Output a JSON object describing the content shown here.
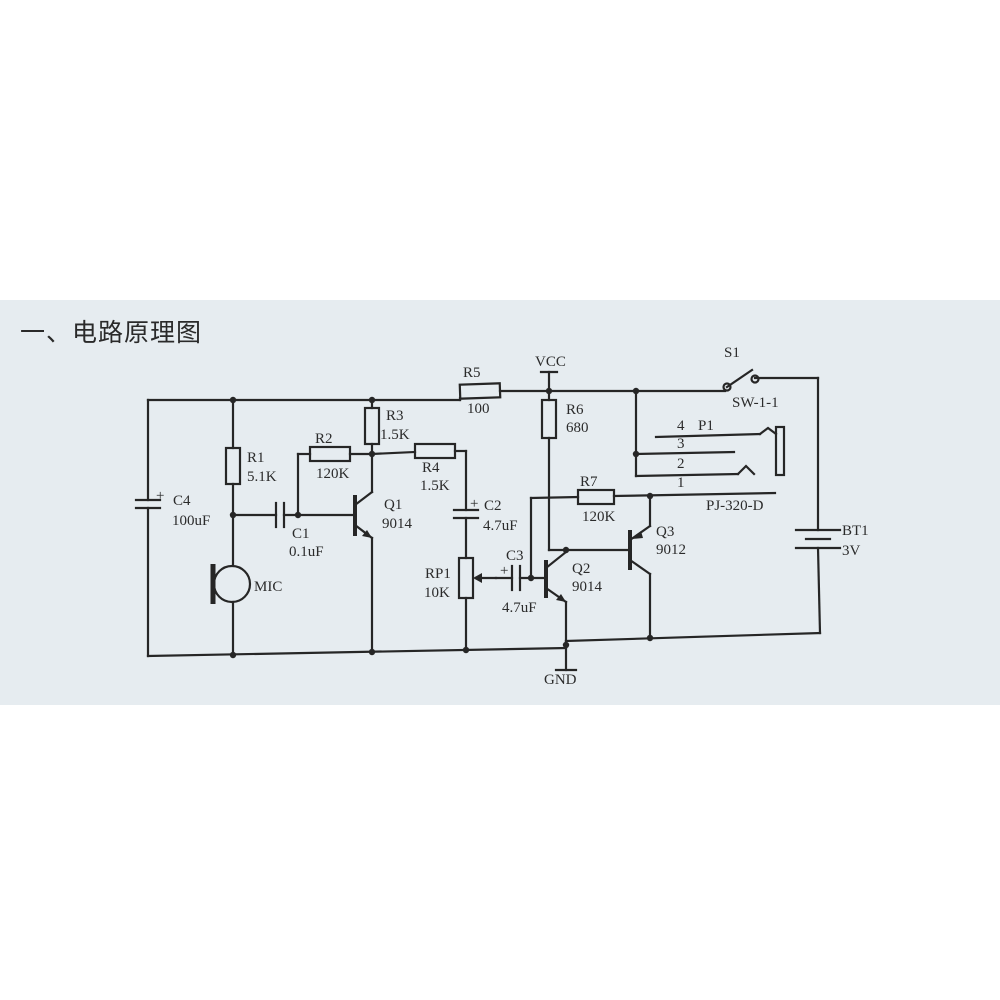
{
  "heading": "一、电路原理图",
  "labels": {
    "vcc": "VCC",
    "gnd": "GND",
    "r5_name": "R5",
    "r5_value": "100",
    "s1_name": "S1",
    "s1_value": "SW-1-1",
    "r1_name": "R1",
    "r1_value": "5.1K",
    "c4_name": "C4",
    "c4_value": "100uF",
    "mic_name": "MIC",
    "c1_name": "C1",
    "c1_value": "0.1uF",
    "r2_name": "R2",
    "r2_value": "120K",
    "r3_name": "R3",
    "r3_value": "1.5K",
    "q1_name": "Q1",
    "q1_value": "9014",
    "r4_name": "R4",
    "r4_value": "1.5K",
    "c2_name": "C2",
    "c2_value": "4.7uF",
    "rp1_name": "RP1",
    "rp1_value": "10K",
    "c3_name": "C3",
    "c3_value": "4.7uF",
    "r6_name": "R6",
    "r6_value": "680",
    "r7_name": "R7",
    "r7_value": "120K",
    "q2_name": "Q2",
    "q2_value": "9014",
    "q3_name": "Q3",
    "q3_value": "9012",
    "p1_name": "P1",
    "p1_value": "PJ-320-D",
    "p1_pin4": "4",
    "p1_pin3": "3",
    "p1_pin2": "2",
    "p1_pin1": "1",
    "bt1_name": "BT1",
    "bt1_value": "3V",
    "plus_c4": "+",
    "plus_c2": "+",
    "plus_c3": "+"
  }
}
